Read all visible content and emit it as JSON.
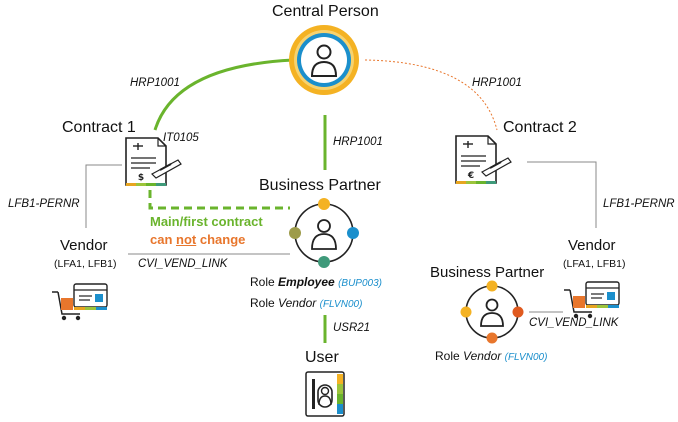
{
  "colors": {
    "green": "#6ab42d",
    "orange": "#e8762c",
    "blue": "#1b8fcc",
    "gold": "#e7a520",
    "olive": "#9d9b4a",
    "teal": "#3f9a7a",
    "gray": "#666666"
  },
  "nodes": {
    "central_person": "Central Person",
    "contract1": "Contract 1",
    "contract2": "Contract 2",
    "business_partner": "Business Partner",
    "business_partner2": "Business Partner",
    "vendor1": "Vendor",
    "vendor1_tables": "(LFA1, LFB1)",
    "vendor2": "Vendor",
    "vendor2_tables": "(LFA1, LFB1)",
    "user": "User"
  },
  "links": {
    "hrp_left": "HRP1001",
    "hrp_right": "HRP1001",
    "hrp_center": "HRP1001",
    "it0105": "IT0105",
    "lfb1_left": "LFB1-PERNR",
    "lfb1_right": "LFB1-PERNR",
    "cvi_left": "CVI_VEND_LINK",
    "cvi_right": "CVI_VEND_LINK",
    "usr21": "USR21"
  },
  "note": {
    "line1": "Main/first contract",
    "line2_before": "can ",
    "line2_emph": "not",
    "line2_after": " change"
  },
  "roles": {
    "r1_prefix": "Role ",
    "r1_name": "Employee",
    "r1_code": "(BUP003)",
    "r2_prefix": "Role ",
    "r2_name": "Vendor",
    "r2_code": "(FLVN00)",
    "r3_prefix": "Role ",
    "r3_name": "Vendor",
    "r3_code": "(FLVN00)"
  }
}
